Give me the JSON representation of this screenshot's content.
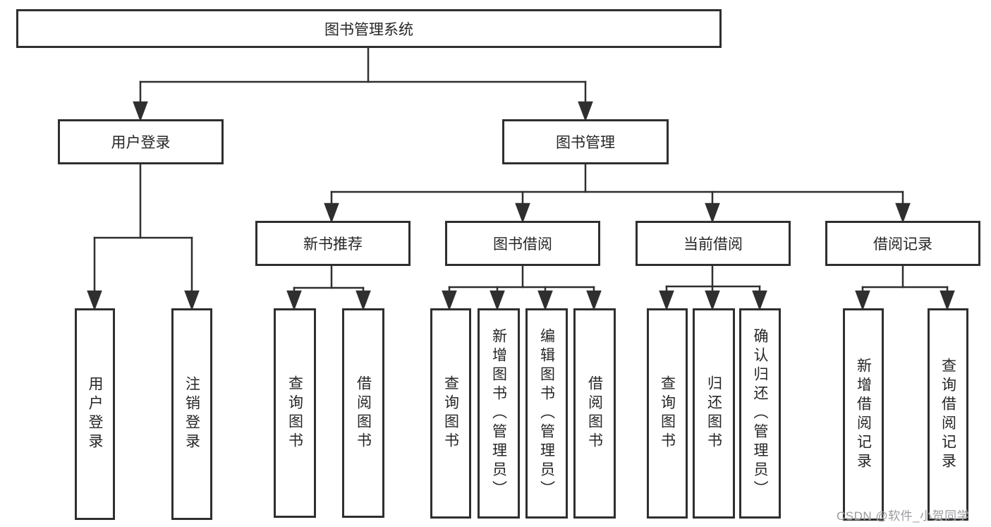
{
  "diagram": {
    "title": "图书管理系统",
    "user_branch": {
      "label": "用户登录",
      "children": [
        "用户登录",
        "注销登录"
      ]
    },
    "book_branch": {
      "label": "图书管理",
      "groups": [
        {
          "label": "新书推荐",
          "children": [
            "查询图书",
            "借阅图书"
          ]
        },
        {
          "label": "图书借阅",
          "children": [
            "查询图书",
            "新增图书（管理员）",
            "编辑图书（管理员）",
            "借阅图书"
          ]
        },
        {
          "label": "当前借阅",
          "children": [
            "查询图书",
            "归还图书",
            "确认归还（管理员）"
          ]
        },
        {
          "label": "借阅记录",
          "children": [
            "新增借阅记录",
            "查询借阅记录"
          ]
        }
      ]
    },
    "watermark": "CSDN @软件_小贺同学",
    "colors": {
      "line": "#2f2f2f",
      "text": "#262626",
      "box_fill": "#ffffff",
      "watermark": "#9b9b9f"
    }
  }
}
